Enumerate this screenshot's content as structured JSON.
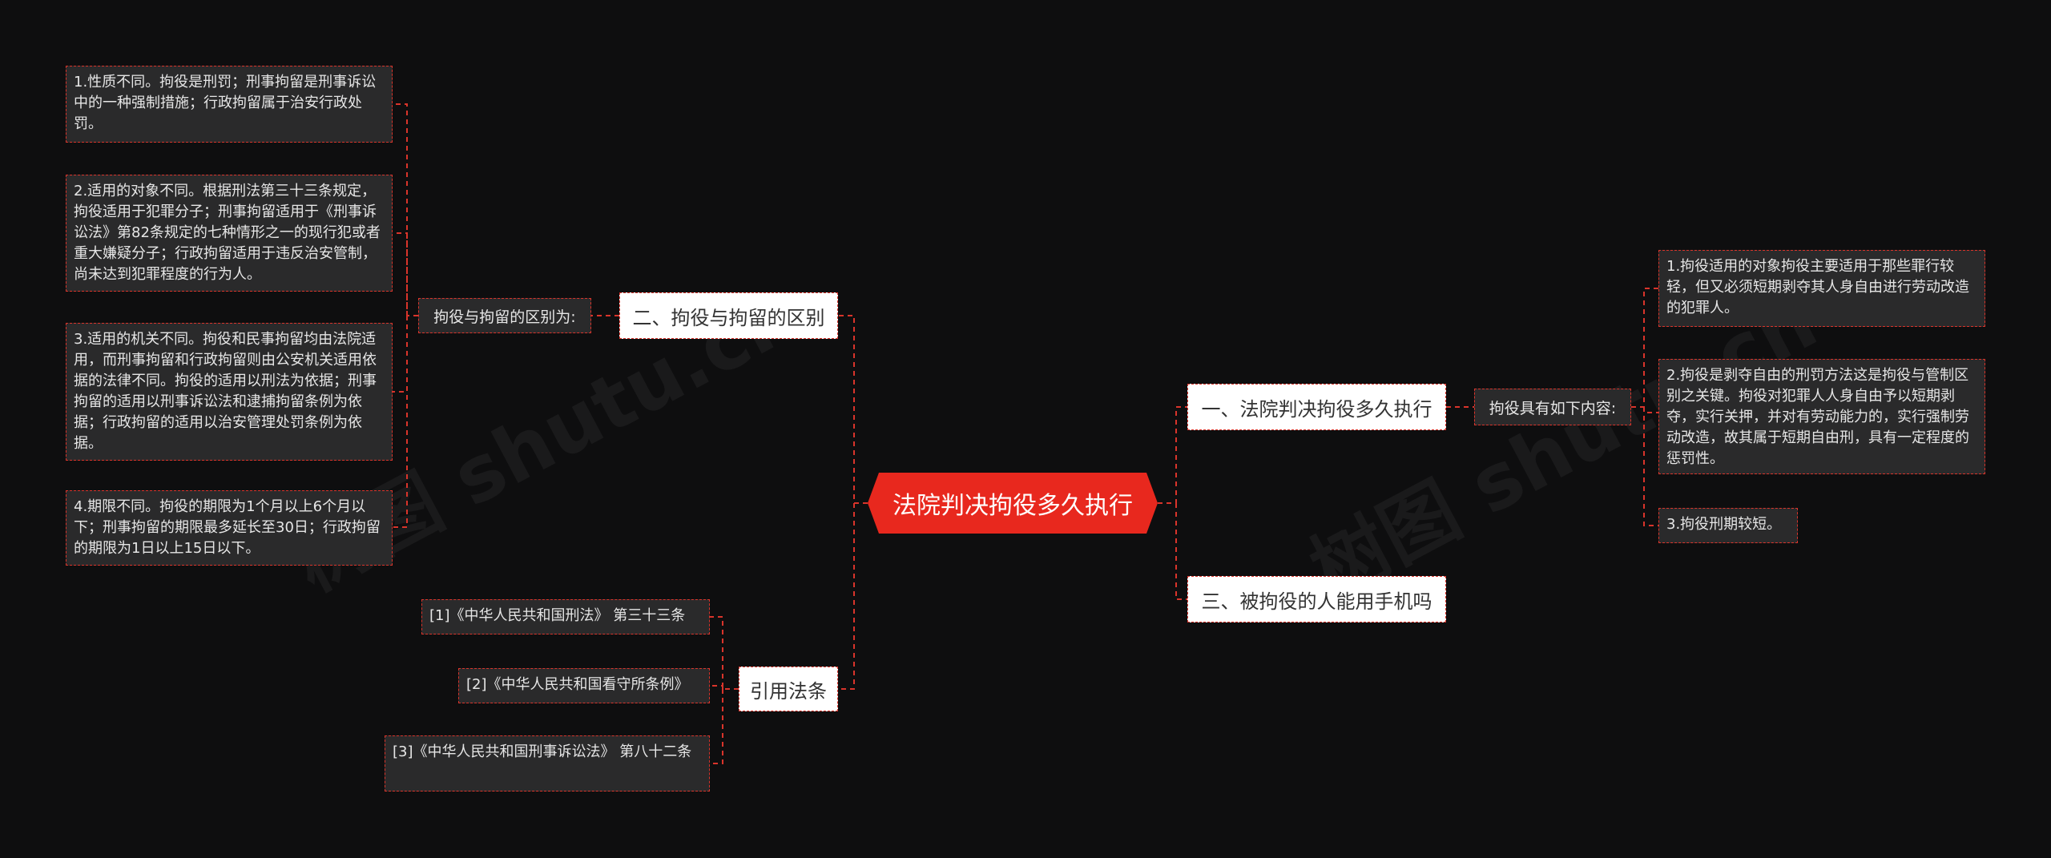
{
  "root": {
    "label": "法院判决拘役多久执行"
  },
  "branches": {
    "b1": {
      "label": "一、法院判决拘役多久执行"
    },
    "b2": {
      "label": "二、拘役与拘留的区别"
    },
    "b3": {
      "label": "三、被拘役的人能用手机吗"
    },
    "b4": {
      "label": "引用法条"
    }
  },
  "mids": {
    "m1": {
      "label": "拘役具有如下内容:"
    },
    "m2": {
      "label": "拘役与拘留的区别为:"
    }
  },
  "leaves": {
    "r1": "1.拘役适用的对象拘役主要适用于那些罪行较轻，但又必须短期剥夺其人身自由进行劳动改造的犯罪人。",
    "r2": "2.拘役是剥夺自由的刑罚方法这是拘役与管制区别之关键。拘役对犯罪人人身自由予以短期剥夺，实行关押，并对有劳动能力的，实行强制劳动改造，故其属于短期自由刑，具有一定程度的惩罚性。",
    "r3": "3.拘役刑期较短。",
    "l1": "1.性质不同。拘役是刑罚；刑事拘留是刑事诉讼中的一种强制措施；行政拘留属于治安行政处罚。",
    "l2": "2.适用的对象不同。根据刑法第三十三条规定，拘役适用于犯罪分子；刑事拘留适用于《刑事诉讼法》第82条规定的七种情形之一的现行犯或者重大嫌疑分子；行政拘留适用于违反治安管制，尚未达到犯罪程度的行为人。",
    "l3": "3.适用的机关不同。拘役和民事拘留均由法院适用，而刑事拘留和行政拘留则由公安机关适用依据的法律不同。拘役的适用以刑法为依据；刑事拘留的适用以刑事诉讼法和逮捕拘留条例为依据；行政拘留的适用以治安管理处罚条例为依据。",
    "l4": "4.期限不同。拘役的期限为1个月以上6个月以下；刑事拘留的期限最多延长至30日；行政拘留的期限为1日以上15日以下。",
    "c1": "[1]《中华人民共和国刑法》 第三十三条",
    "c2": "[2]《中华人民共和国看守所条例》",
    "c3": "[3]《中华人民共和国刑事诉讼法》 第八十二条"
  },
  "watermarks": [
    "树图 shutu.cn",
    "树图 shutu.cn"
  ],
  "colors": {
    "background": "#0e0e0f",
    "accent": "#e8281e",
    "line": "#d9342b",
    "leaf_bg": "#2a2a2b"
  }
}
